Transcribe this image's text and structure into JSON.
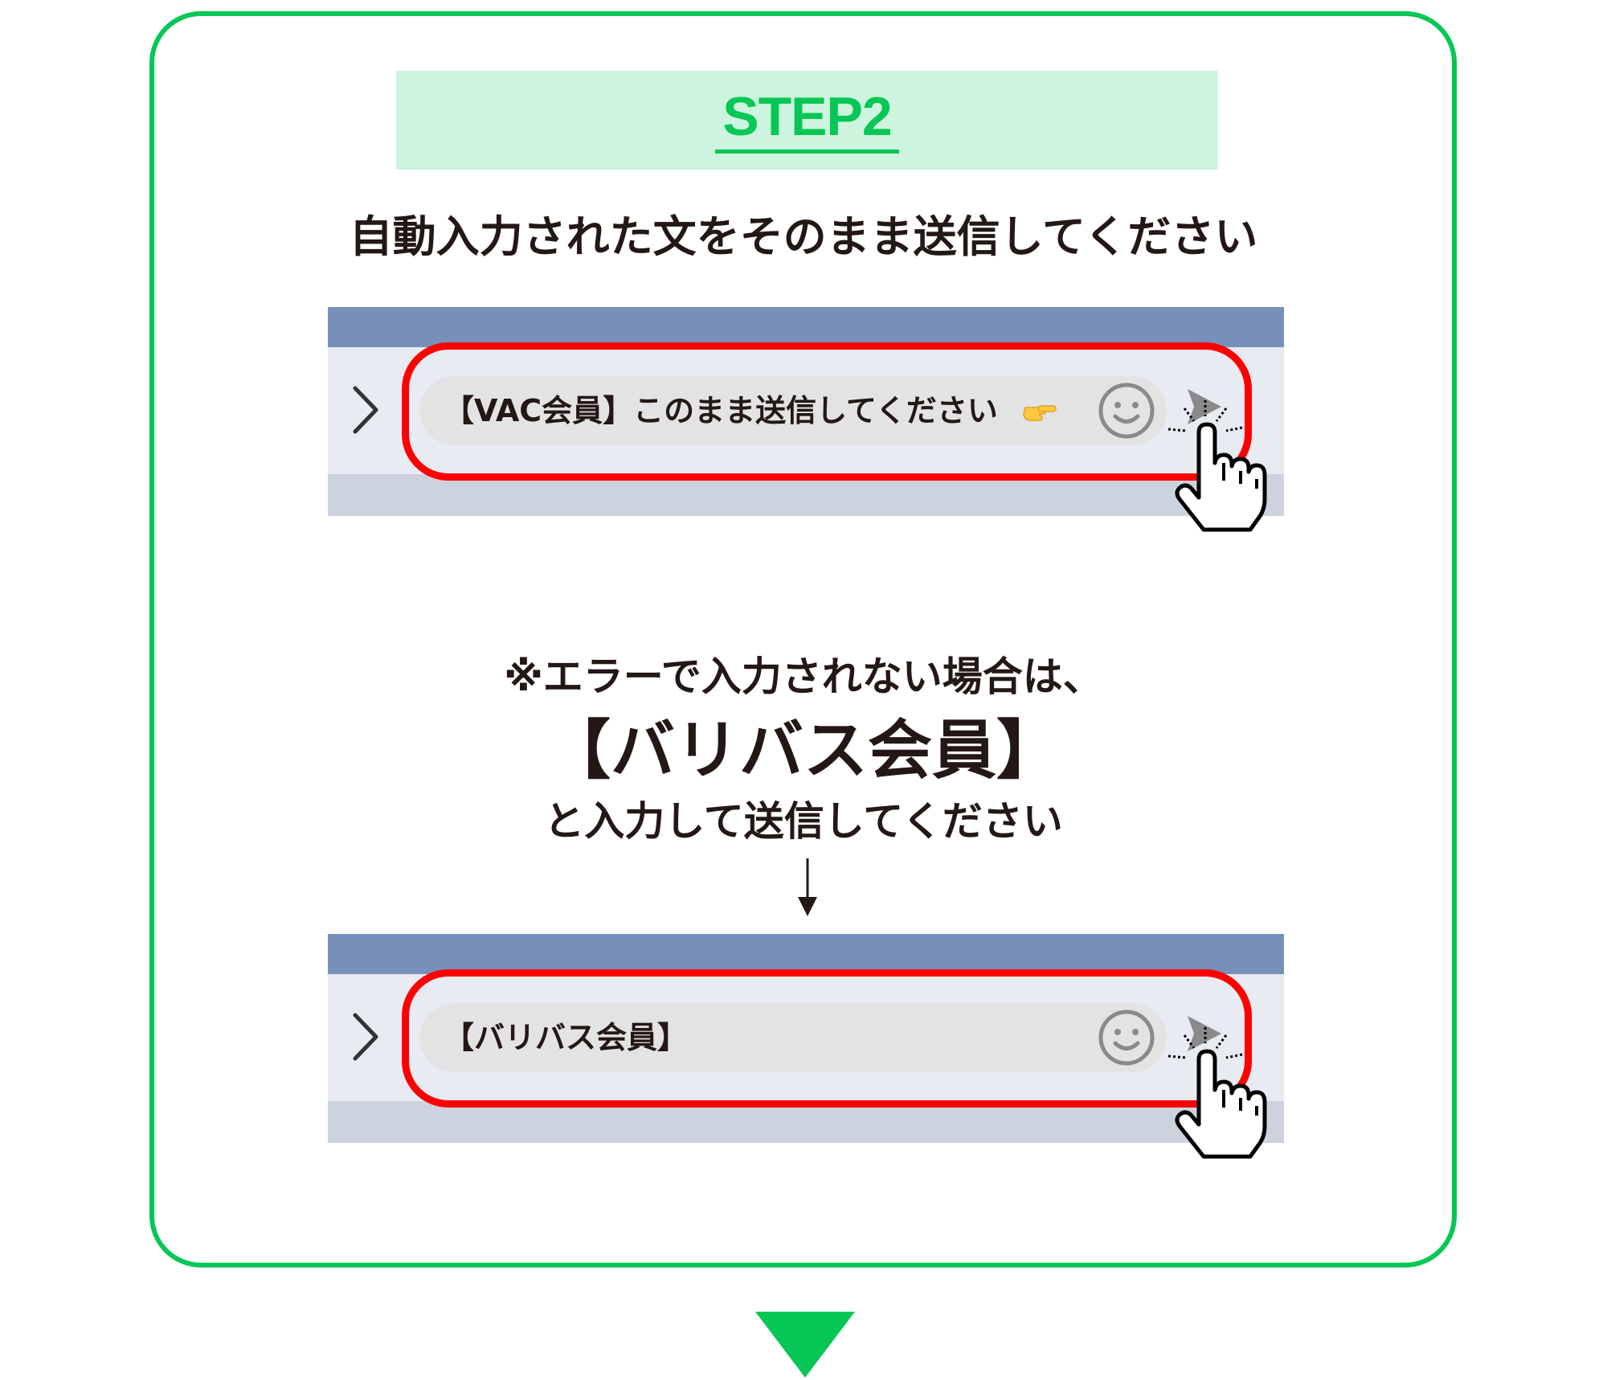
{
  "step": {
    "label": "STEP2"
  },
  "instruction": "自動入力された文をそのまま送信してください",
  "mockup_auto": {
    "input_value": "【VAC会員】このまま送信してください",
    "emoji_icon": "pointing-finger-emoji",
    "smile_icon": "smile-icon",
    "send_icon": "send-arrow-icon"
  },
  "error_note": {
    "line1": "※エラーで入力されない場合は、",
    "line2": "【バリバス会員】",
    "line3": "と入力して送信してください"
  },
  "mockup_manual": {
    "input_value": "【バリバス会員】",
    "smile_icon": "smile-icon",
    "send_icon": "send-arrow-icon"
  },
  "colors": {
    "brand_green": "#06c755",
    "step_band": "#cdf4df",
    "highlight_red": "#ff0000",
    "chat_header": "#7690b9",
    "chat_bar": "#e8ebf2",
    "input_bg": "#e3e3e3",
    "text_dark": "#231815"
  }
}
